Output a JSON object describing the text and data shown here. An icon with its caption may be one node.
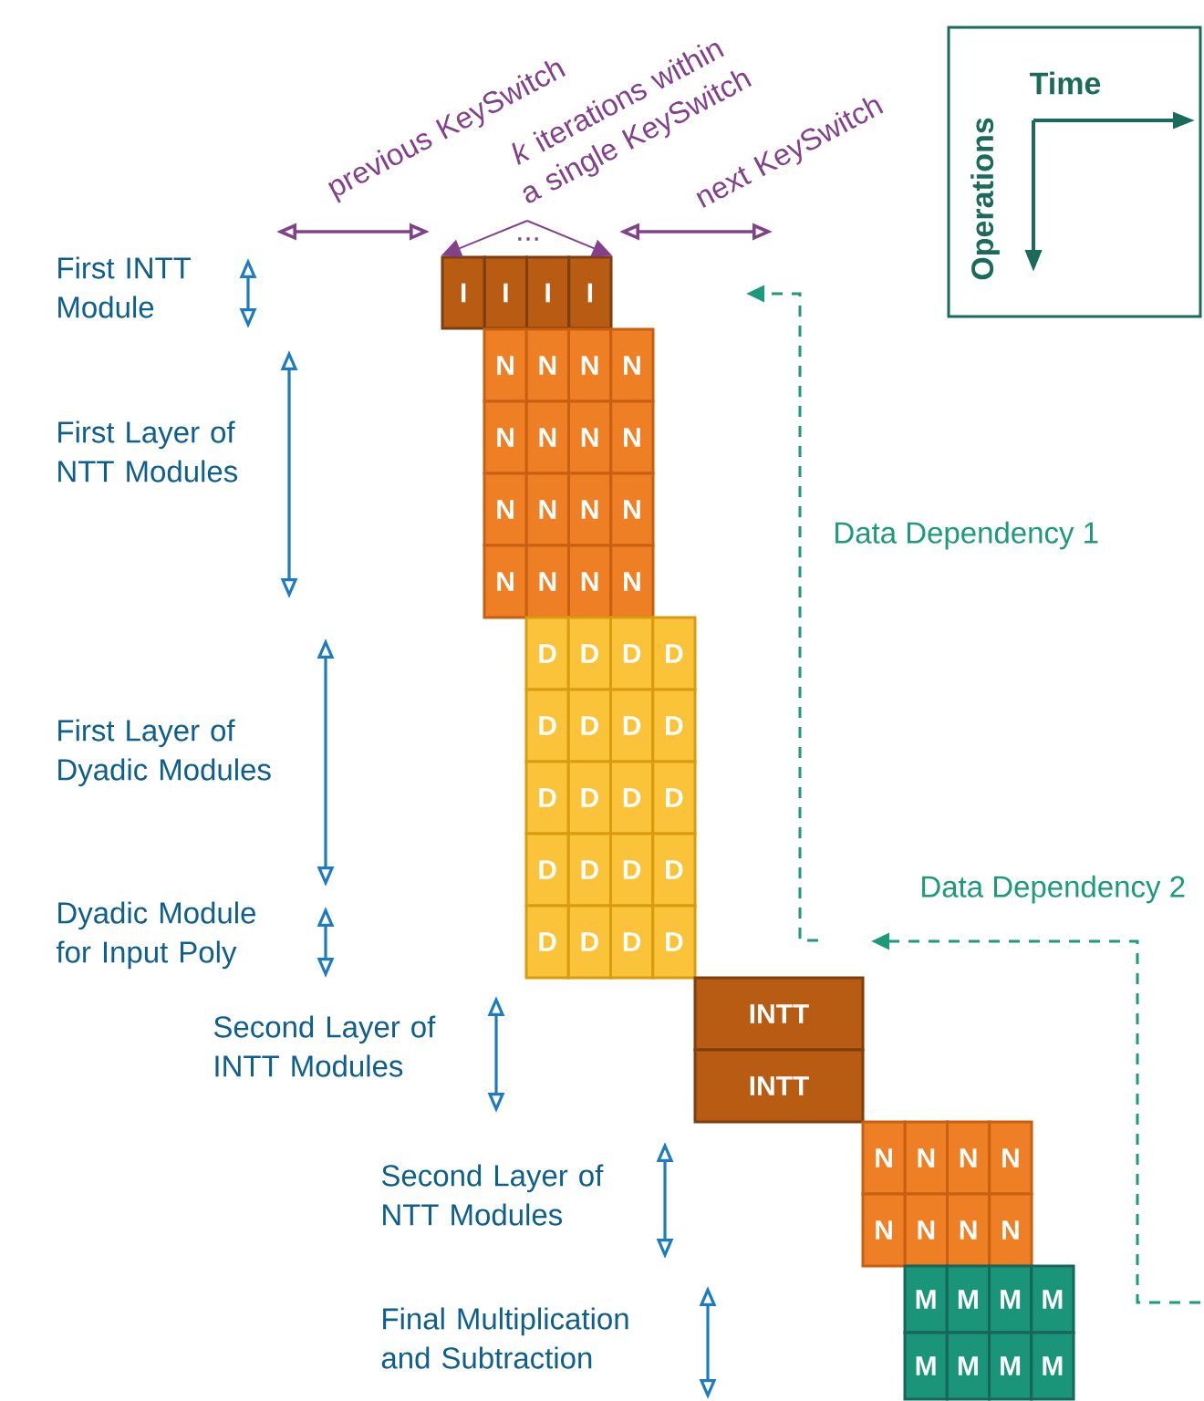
{
  "diagram": {
    "nodes": [
      {
        "text": [
          "I"
        ]
      },
      {
        "text": [
          "I"
        ]
      },
      {
        "text": [
          "I"
        ]
      },
      {
        "text": [
          "I"
        ]
      },
      {
        "text": [
          "N"
        ]
      },
      {
        "text": [
          "N"
        ]
      },
      {
        "text": [
          "N"
        ]
      },
      {
        "text": [
          "N"
        ]
      },
      {
        "text": [
          "N"
        ]
      },
      {
        "text": [
          "N"
        ]
      },
      {
        "text": [
          "N"
        ]
      },
      {
        "text": [
          "N"
        ]
      },
      {
        "text": [
          "N"
        ]
      },
      {
        "text": [
          "N"
        ]
      },
      {
        "text": [
          "N"
        ]
      },
      {
        "text": [
          "N"
        ]
      },
      {
        "text": [
          "N"
        ]
      },
      {
        "text": [
          "N"
        ]
      },
      {
        "text": [
          "N"
        ]
      },
      {
        "text": [
          "N"
        ]
      },
      {
        "text": [
          "D"
        ]
      },
      {
        "text": [
          "D"
        ]
      },
      {
        "text": [
          "D"
        ]
      },
      {
        "text": [
          "D"
        ]
      },
      {
        "text": [
          "D"
        ]
      },
      {
        "text": [
          "D"
        ]
      },
      {
        "text": [
          "D"
        ]
      },
      {
        "text": [
          "D"
        ]
      },
      {
        "text": [
          "D"
        ]
      },
      {
        "text": [
          "D"
        ]
      },
      {
        "text": [
          "D"
        ]
      },
      {
        "text": [
          "D"
        ]
      },
      {
        "text": [
          "D"
        ]
      },
      {
        "text": [
          "D"
        ]
      },
      {
        "text": [
          "D"
        ]
      },
      {
        "text": [
          "D"
        ]
      },
      {
        "text": [
          "D"
        ]
      },
      {
        "text": [
          "D"
        ]
      },
      {
        "text": [
          "D"
        ]
      },
      {
        "text": [
          "D"
        ]
      },
      {
        "text": [
          "INTT"
        ]
      },
      {
        "text": [
          "INTT"
        ]
      },
      {
        "text": [
          "N"
        ]
      },
      {
        "text": [
          "N"
        ]
      },
      {
        "text": [
          "N"
        ]
      },
      {
        "text": [
          "N"
        ]
      },
      {
        "text": [
          "N"
        ]
      },
      {
        "text": [
          "N"
        ]
      },
      {
        "text": [
          "N"
        ]
      },
      {
        "text": [
          "N"
        ]
      },
      {
        "text": [
          "M"
        ]
      },
      {
        "text": [
          "M"
        ]
      },
      {
        "text": [
          "M"
        ]
      },
      {
        "text": [
          "M"
        ]
      },
      {
        "text": [
          "M"
        ]
      },
      {
        "text": [
          "M"
        ]
      },
      {
        "text": [
          "M"
        ]
      },
      {
        "text": [
          "M"
        ]
      },
      {
        "text": [
          "Time",
          "Operations"
        ]
      }
    ],
    "edges": [
      {
        "from": null,
        "to": 0,
        "arrow": "to"
      },
      {
        "from": null,
        "to": 3,
        "arrow": "to"
      }
    ],
    "labels": [
      "previous KeySwitch",
      "*k* iterations within a single KeySwitch",
      "next KeySwitch",
      "...",
      "First INTT Module",
      "First Layer of NTT Modules",
      "First Layer of Dyadic Modules",
      "Dyadic Module for Input Poly",
      "Second Layer of INTT Modules",
      "Second Layer of NTT Modules",
      "Final Multiplication and Subtraction",
      "Data Dependency 1",
      "Data Dependency 2"
    ]
  }
}
